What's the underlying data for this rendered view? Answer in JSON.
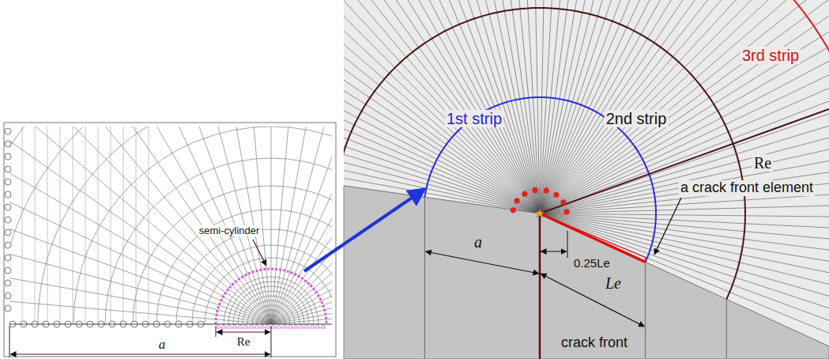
{
  "diagram": {
    "labels": [
      "semi-cylinder",
      "a",
      "Re",
      "a",
      "0.25Le",
      "Le",
      "crack front",
      "1st strip",
      "2nd strip",
      "Re",
      "3rd strip",
      "a crack front element"
    ]
  }
}
